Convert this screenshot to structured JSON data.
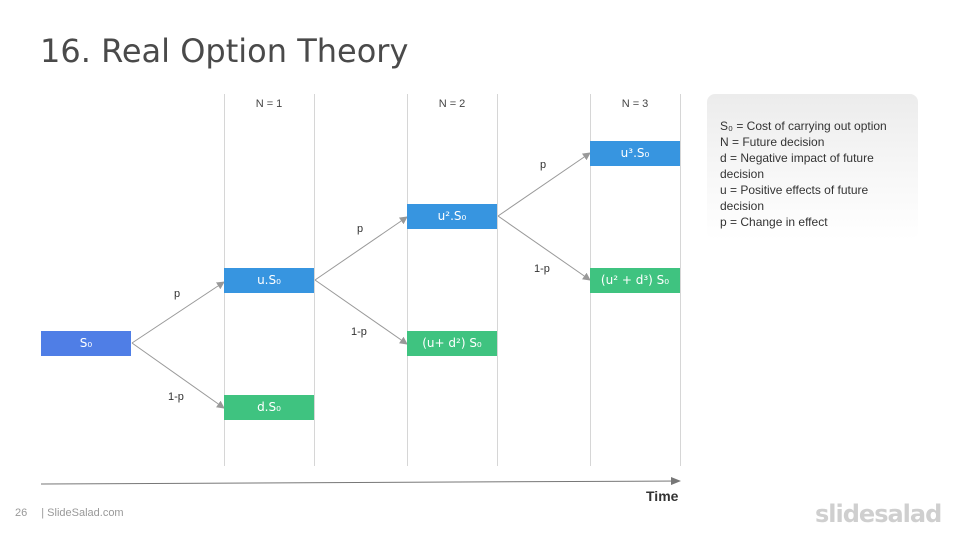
{
  "slide": {
    "title": "16. Real Option Theory",
    "page_number": "26",
    "footer_text": "| SlideSalad.com",
    "brand": "slidesalad"
  },
  "stages": [
    "N = 1",
    "N = 2",
    "N = 3"
  ],
  "nodes": {
    "s0": "S₀",
    "u_s0": "u.S₀",
    "d_s0": "d.S₀",
    "u2_s0": "u².S₀",
    "ud2_s0": "(u+ d²) S₀",
    "u3_s0": "u³.S₀",
    "u2d3_s0": "(u² + d³) S₀"
  },
  "probabilities": {
    "p": "p",
    "q": "1-p"
  },
  "legend": [
    "S₀ = Cost of carrying out option",
    "N = Future decision",
    "d = Negative impact of future decision",
    "u = Positive effects of future decision",
    "p = Change in effect"
  ],
  "axis": {
    "label": "Time"
  },
  "colors": {
    "start": "#4f7ee6",
    "up": "#3795e0",
    "down": "#3fc380",
    "edge": "#999999"
  }
}
